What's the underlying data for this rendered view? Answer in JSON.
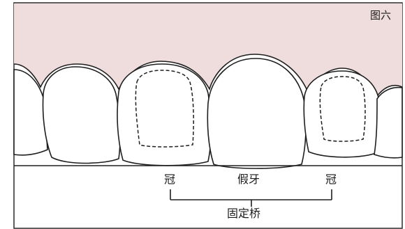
{
  "figure": {
    "number_label": "图六",
    "labels": {
      "crown_left": "冠",
      "pontic": "假牙",
      "crown_right": "冠",
      "bridge": "固定桥"
    },
    "colors": {
      "gum": "#efdcdc",
      "tooth": "#ffffff",
      "outline": "#1e1e1e",
      "border": "#2a2a2a"
    }
  }
}
